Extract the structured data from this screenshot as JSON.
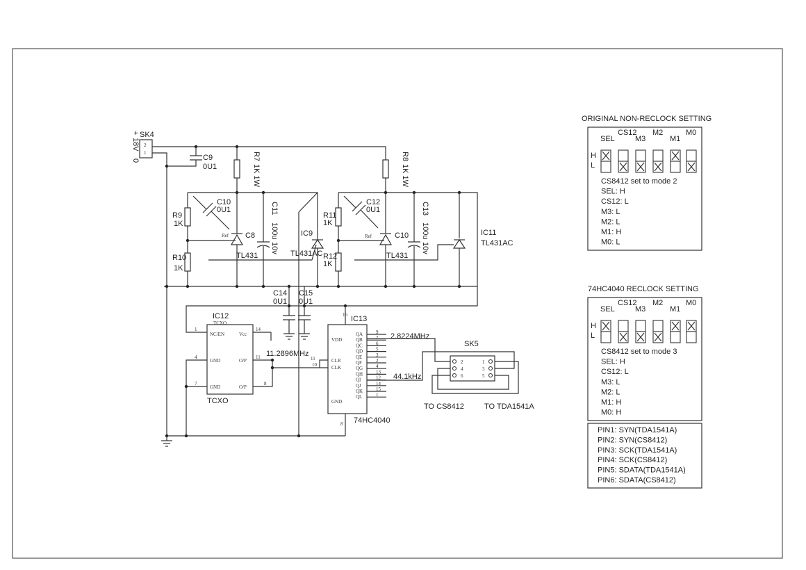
{
  "power": {
    "connector": "SK4",
    "plus": "+",
    "voltage": "18V",
    "zero": "0",
    "pin2": "2",
    "pin1": "1"
  },
  "parts": {
    "c9": "C9",
    "c9v": "0U1",
    "r7": "R7",
    "r7v": "1K 1W",
    "r8": "R8",
    "r8v": "1K 1W",
    "r9": "R9",
    "r9v": "1K",
    "r10": "R10",
    "r10v": "1K",
    "c10a": "C10",
    "c10av": "0U1",
    "c8": "C8",
    "tl431a": "TL431",
    "c11": "C11",
    "c11v": "100u",
    "c11r": "10v",
    "ic9": "IC9",
    "ic9v": "TL431AC",
    "r11": "R11",
    "r11v": "1K",
    "r12": "R12",
    "r12v": "1K",
    "c12": "C12",
    "c12v": "0U1",
    "c10b": "C10",
    "tl431b": "TL431",
    "c13": "C13",
    "c13v": "100u",
    "c13r": "10v",
    "ic11": "IC11",
    "ic11v": "TL431AC",
    "c14": "C14",
    "c14v": "0U1",
    "c15": "C15",
    "c15v": "0U1",
    "ref": "Ref"
  },
  "ic12": {
    "ref": "IC12",
    "name": "TCXO",
    "top": "TCXO",
    "ncen": "NC/EN",
    "vcc": "Vcc",
    "gnd1": "GND",
    "op1": "O/P",
    "gnd2": "GND",
    "op2": "O/P",
    "p1": "1",
    "p14": "14",
    "p4": "4",
    "p11": "11",
    "p7": "7",
    "p8": "8"
  },
  "ic13": {
    "ref": "IC13",
    "name": "74HC4040",
    "vdd": "VDD",
    "clr": "CLR",
    "clk": "CLK",
    "gnd": "GND",
    "p16": "16",
    "p11": "11",
    "p10": "10",
    "p8": "8",
    "outputs": [
      "QA",
      "QB",
      "QC",
      "QD",
      "QE",
      "QF",
      "QG",
      "QH",
      "QI",
      "QJ",
      "QK",
      "QL"
    ],
    "outpins": [
      "9",
      "7",
      "6",
      "5",
      "3",
      "2",
      "4",
      "13",
      "12",
      "14",
      "15",
      "1"
    ]
  },
  "signals": {
    "freq_in": "11.2896MHz",
    "freq_bit": "2.8224MHz",
    "freq_fs": "44.1kHz"
  },
  "sk5": {
    "name": "SK5",
    "pins_left": [
      "2",
      "4",
      "6"
    ],
    "pins_right": [
      "1",
      "3",
      "5"
    ],
    "to_left": "TO CS8412",
    "to_right": "TO TDA1541A"
  },
  "original_setting": {
    "title": "ORIGINAL NON-RECLOCK SETTING",
    "headers": [
      "SEL",
      "CS12",
      "M3",
      "M2",
      "M1",
      "M0"
    ],
    "row_h": "H",
    "row_l": "L",
    "positions": [
      "H",
      "L",
      "L",
      "L",
      "H",
      "L"
    ],
    "lines": [
      "CS8412 set to mode 2",
      "SEL: H",
      "CS12: L",
      "M3: L",
      "M2: L",
      "M1: H",
      "M0: L"
    ]
  },
  "reclock_setting": {
    "title": "74HC4040 RECLOCK SETTING",
    "headers": [
      "SEL",
      "CS12",
      "M3",
      "M2",
      "M1",
      "M0"
    ],
    "row_h": "H",
    "row_l": "L",
    "positions": [
      "H",
      "L",
      "L",
      "L",
      "H",
      "H"
    ],
    "lines": [
      "CS8412 set to mode 3",
      "SEL: H",
      "CS12: L",
      "M3: L",
      "M2: L",
      "M1: H",
      "M0: H"
    ]
  },
  "pinout": {
    "lines": [
      "PIN1: SYN(TDA1541A)",
      "PIN2: SYN(CS8412)",
      "PIN3: SCK(TDA1541A)",
      "PIN4: SCK(CS8412)",
      "PIN5: SDATA(TDA1541A)",
      "PIN6: SDATA(CS8412)"
    ]
  }
}
